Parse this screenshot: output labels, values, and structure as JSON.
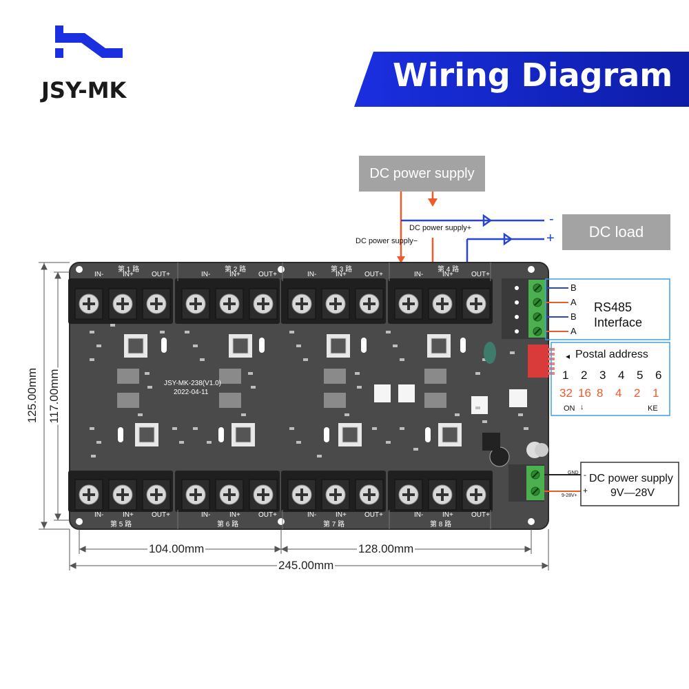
{
  "brand": {
    "logo_text": "JSY-MK",
    "color": "#1a2fe0"
  },
  "banner": {
    "title": "Wiring Diagram",
    "color": "#1a2fe0"
  },
  "power_box": {
    "label": "DC power supply"
  },
  "load_box": {
    "label": "DC load"
  },
  "wires": {
    "neg_label": "DC power supply−",
    "pos_label": "DC power supply+",
    "minus": "-",
    "plus": "+",
    "red": "#f05a28",
    "blue": "#2844d4"
  },
  "board": {
    "model": "JSY-MK-238(V1.0)",
    "date": "2022-04-11",
    "terminals": [
      "IN-",
      "IN+",
      "OUT+"
    ],
    "channels_top": [
      "第 1 路",
      "第 2 路",
      "第 3 路",
      "第 4 路"
    ],
    "channels_bottom": [
      "第 5 路",
      "第 6 路",
      "第 7 路",
      "第 8 路"
    ]
  },
  "rs485": {
    "title_line1": "RS485",
    "title_line2": "Interface",
    "pins": [
      "B",
      "A",
      "B",
      "A"
    ]
  },
  "address": {
    "title": "Postal address",
    "switches": [
      "1",
      "2",
      "3",
      "4",
      "5",
      "6"
    ],
    "weights": [
      "32",
      "16",
      "8",
      "4",
      "2",
      "1"
    ],
    "on_label": "ON",
    "ke_label": "KE"
  },
  "power_input": {
    "line1": "DC power supply",
    "line2": "9V—28V",
    "gnd_label": "GND",
    "minus": "-",
    "vin_label": "9-28V+",
    "plus": "+"
  },
  "dimensions": {
    "height_outer": "125.00mm",
    "height_inner": "117.00mm",
    "width_left": "104.00mm",
    "width_right": "128.00mm",
    "width_total": "245.00mm"
  }
}
